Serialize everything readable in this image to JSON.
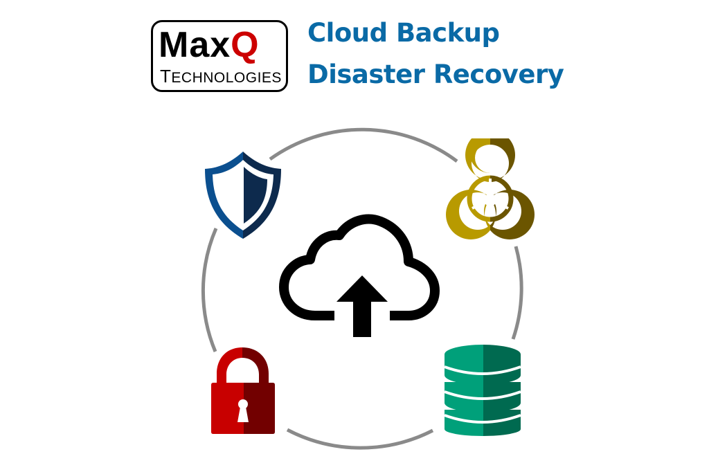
{
  "logo": {
    "main_prefix": "Max",
    "main_q": "Q",
    "sub_first": "T",
    "sub_rest": "ECHNOLOGIES"
  },
  "title": {
    "line1": "Cloud Backup",
    "line2": "Disaster Recovery"
  },
  "diagram": {
    "center_icon": "cloud-upload-icon",
    "satellites": [
      {
        "icon": "shield-icon",
        "position": "top-left",
        "colors": [
          "#0b4f8f",
          "#0d2a4d"
        ]
      },
      {
        "icon": "biohazard-icon",
        "position": "top-right",
        "colors": [
          "#b89a00",
          "#6b5500"
        ]
      },
      {
        "icon": "padlock-icon",
        "position": "bottom-left",
        "colors": [
          "#c80000",
          "#720000"
        ]
      },
      {
        "icon": "database-icon",
        "position": "bottom-right",
        "colors": [
          "#00a07a",
          "#006a50"
        ]
      }
    ],
    "ring_color": "#8a8a8a"
  },
  "colors": {
    "title_blue": "#0a6aa6",
    "logo_red": "#cc0000"
  }
}
